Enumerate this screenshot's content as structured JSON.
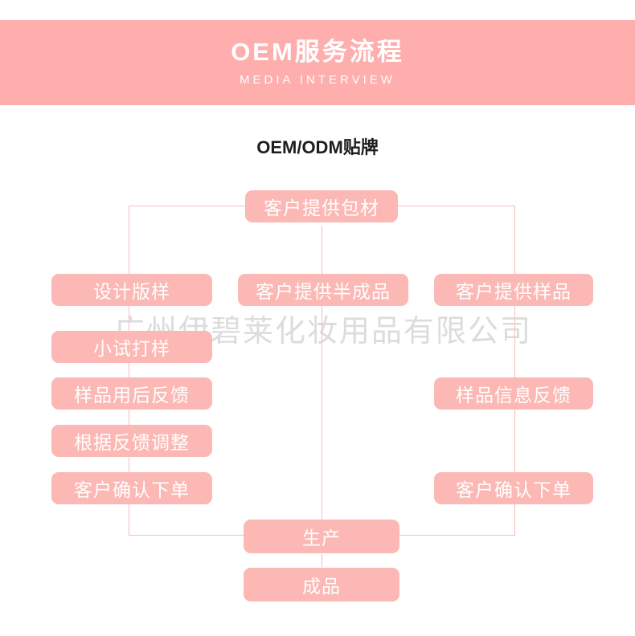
{
  "banner": {
    "title": "OEM服务流程",
    "subtitle": "MEDIA INTERVIEW",
    "bg_color": "#ffaeae",
    "text_color": "#ffffff"
  },
  "section": {
    "heading": "OEM/ODM贴牌"
  },
  "watermark": {
    "text": "广州伊碧莱化妆用品有限公司",
    "color": "#dcdcdc"
  },
  "flow": {
    "node_color": "#fbb8b4",
    "line_color": "#f9bcbc",
    "label_color": "#ffffff",
    "nodes": {
      "top_packaging": "客户提供包材",
      "left_design": "设计版样",
      "middle_semifinished": "客户提供半成品",
      "right_sample": "客户提供样品",
      "left_trial": "小试打样",
      "left_feedback": "样品用后反馈",
      "left_adjust": "根据反馈调整",
      "left_confirm": "客户确认下单",
      "right_info_feedback": "样品信息反馈",
      "right_confirm": "客户确认下单",
      "production": "生产",
      "finished": "成品"
    }
  }
}
